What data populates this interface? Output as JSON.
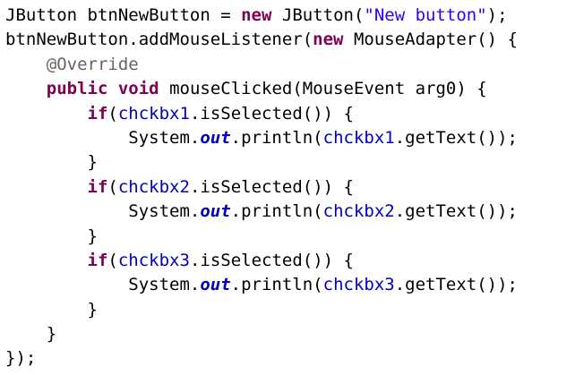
{
  "code": {
    "lines": [
      [
        {
          "t": "plain",
          "v": "JButton btnNewButton = "
        },
        {
          "t": "kw",
          "v": "new"
        },
        {
          "t": "plain",
          "v": " JButton("
        },
        {
          "t": "str",
          "v": "\"New button\""
        },
        {
          "t": "plain",
          "v": ");"
        }
      ],
      [
        {
          "t": "plain",
          "v": "btnNewButton.addMouseListener("
        },
        {
          "t": "kw",
          "v": "new"
        },
        {
          "t": "plain",
          "v": " MouseAdapter() {"
        }
      ],
      [
        {
          "t": "plain",
          "v": "    "
        },
        {
          "t": "ann",
          "v": "@Override"
        }
      ],
      [
        {
          "t": "plain",
          "v": "    "
        },
        {
          "t": "kw",
          "v": "public"
        },
        {
          "t": "plain",
          "v": " "
        },
        {
          "t": "kw",
          "v": "void"
        },
        {
          "t": "plain",
          "v": " mouseClicked(MouseEvent arg0) {"
        }
      ],
      [
        {
          "t": "plain",
          "v": "        "
        },
        {
          "t": "kw",
          "v": "if"
        },
        {
          "t": "plain",
          "v": "("
        },
        {
          "t": "fld",
          "v": "chckbx1"
        },
        {
          "t": "plain",
          "v": ".isSelected()) {"
        }
      ],
      [
        {
          "t": "plain",
          "v": "            System."
        },
        {
          "t": "sfld",
          "v": "out"
        },
        {
          "t": "plain",
          "v": ".println("
        },
        {
          "t": "fld",
          "v": "chckbx1"
        },
        {
          "t": "plain",
          "v": ".getText());"
        }
      ],
      [
        {
          "t": "plain",
          "v": "        }"
        }
      ],
      [
        {
          "t": "plain",
          "v": "        "
        },
        {
          "t": "kw",
          "v": "if"
        },
        {
          "t": "plain",
          "v": "("
        },
        {
          "t": "fld",
          "v": "chckbx2"
        },
        {
          "t": "plain",
          "v": ".isSelected()) {"
        }
      ],
      [
        {
          "t": "plain",
          "v": "            System."
        },
        {
          "t": "sfld",
          "v": "out"
        },
        {
          "t": "plain",
          "v": ".println("
        },
        {
          "t": "fld",
          "v": "chckbx2"
        },
        {
          "t": "plain",
          "v": ".getText());"
        }
      ],
      [
        {
          "t": "plain",
          "v": "        }"
        }
      ],
      [
        {
          "t": "plain",
          "v": "        "
        },
        {
          "t": "kw",
          "v": "if"
        },
        {
          "t": "plain",
          "v": "("
        },
        {
          "t": "fld",
          "v": "chckbx3"
        },
        {
          "t": "plain",
          "v": ".isSelected()) {"
        }
      ],
      [
        {
          "t": "plain",
          "v": "            System."
        },
        {
          "t": "sfld",
          "v": "out"
        },
        {
          "t": "plain",
          "v": ".println("
        },
        {
          "t": "fld",
          "v": "chckbx3"
        },
        {
          "t": "plain",
          "v": ".getText());"
        }
      ],
      [
        {
          "t": "plain",
          "v": "        }"
        }
      ],
      [
        {
          "t": "plain",
          "v": "    }"
        }
      ],
      [
        {
          "t": "plain",
          "v": "});"
        }
      ]
    ]
  },
  "colors": {
    "keyword": "#7f0055",
    "string": "#2a00ff",
    "annotation": "#646464",
    "field": "#0000c0",
    "background": "#ffffff"
  }
}
